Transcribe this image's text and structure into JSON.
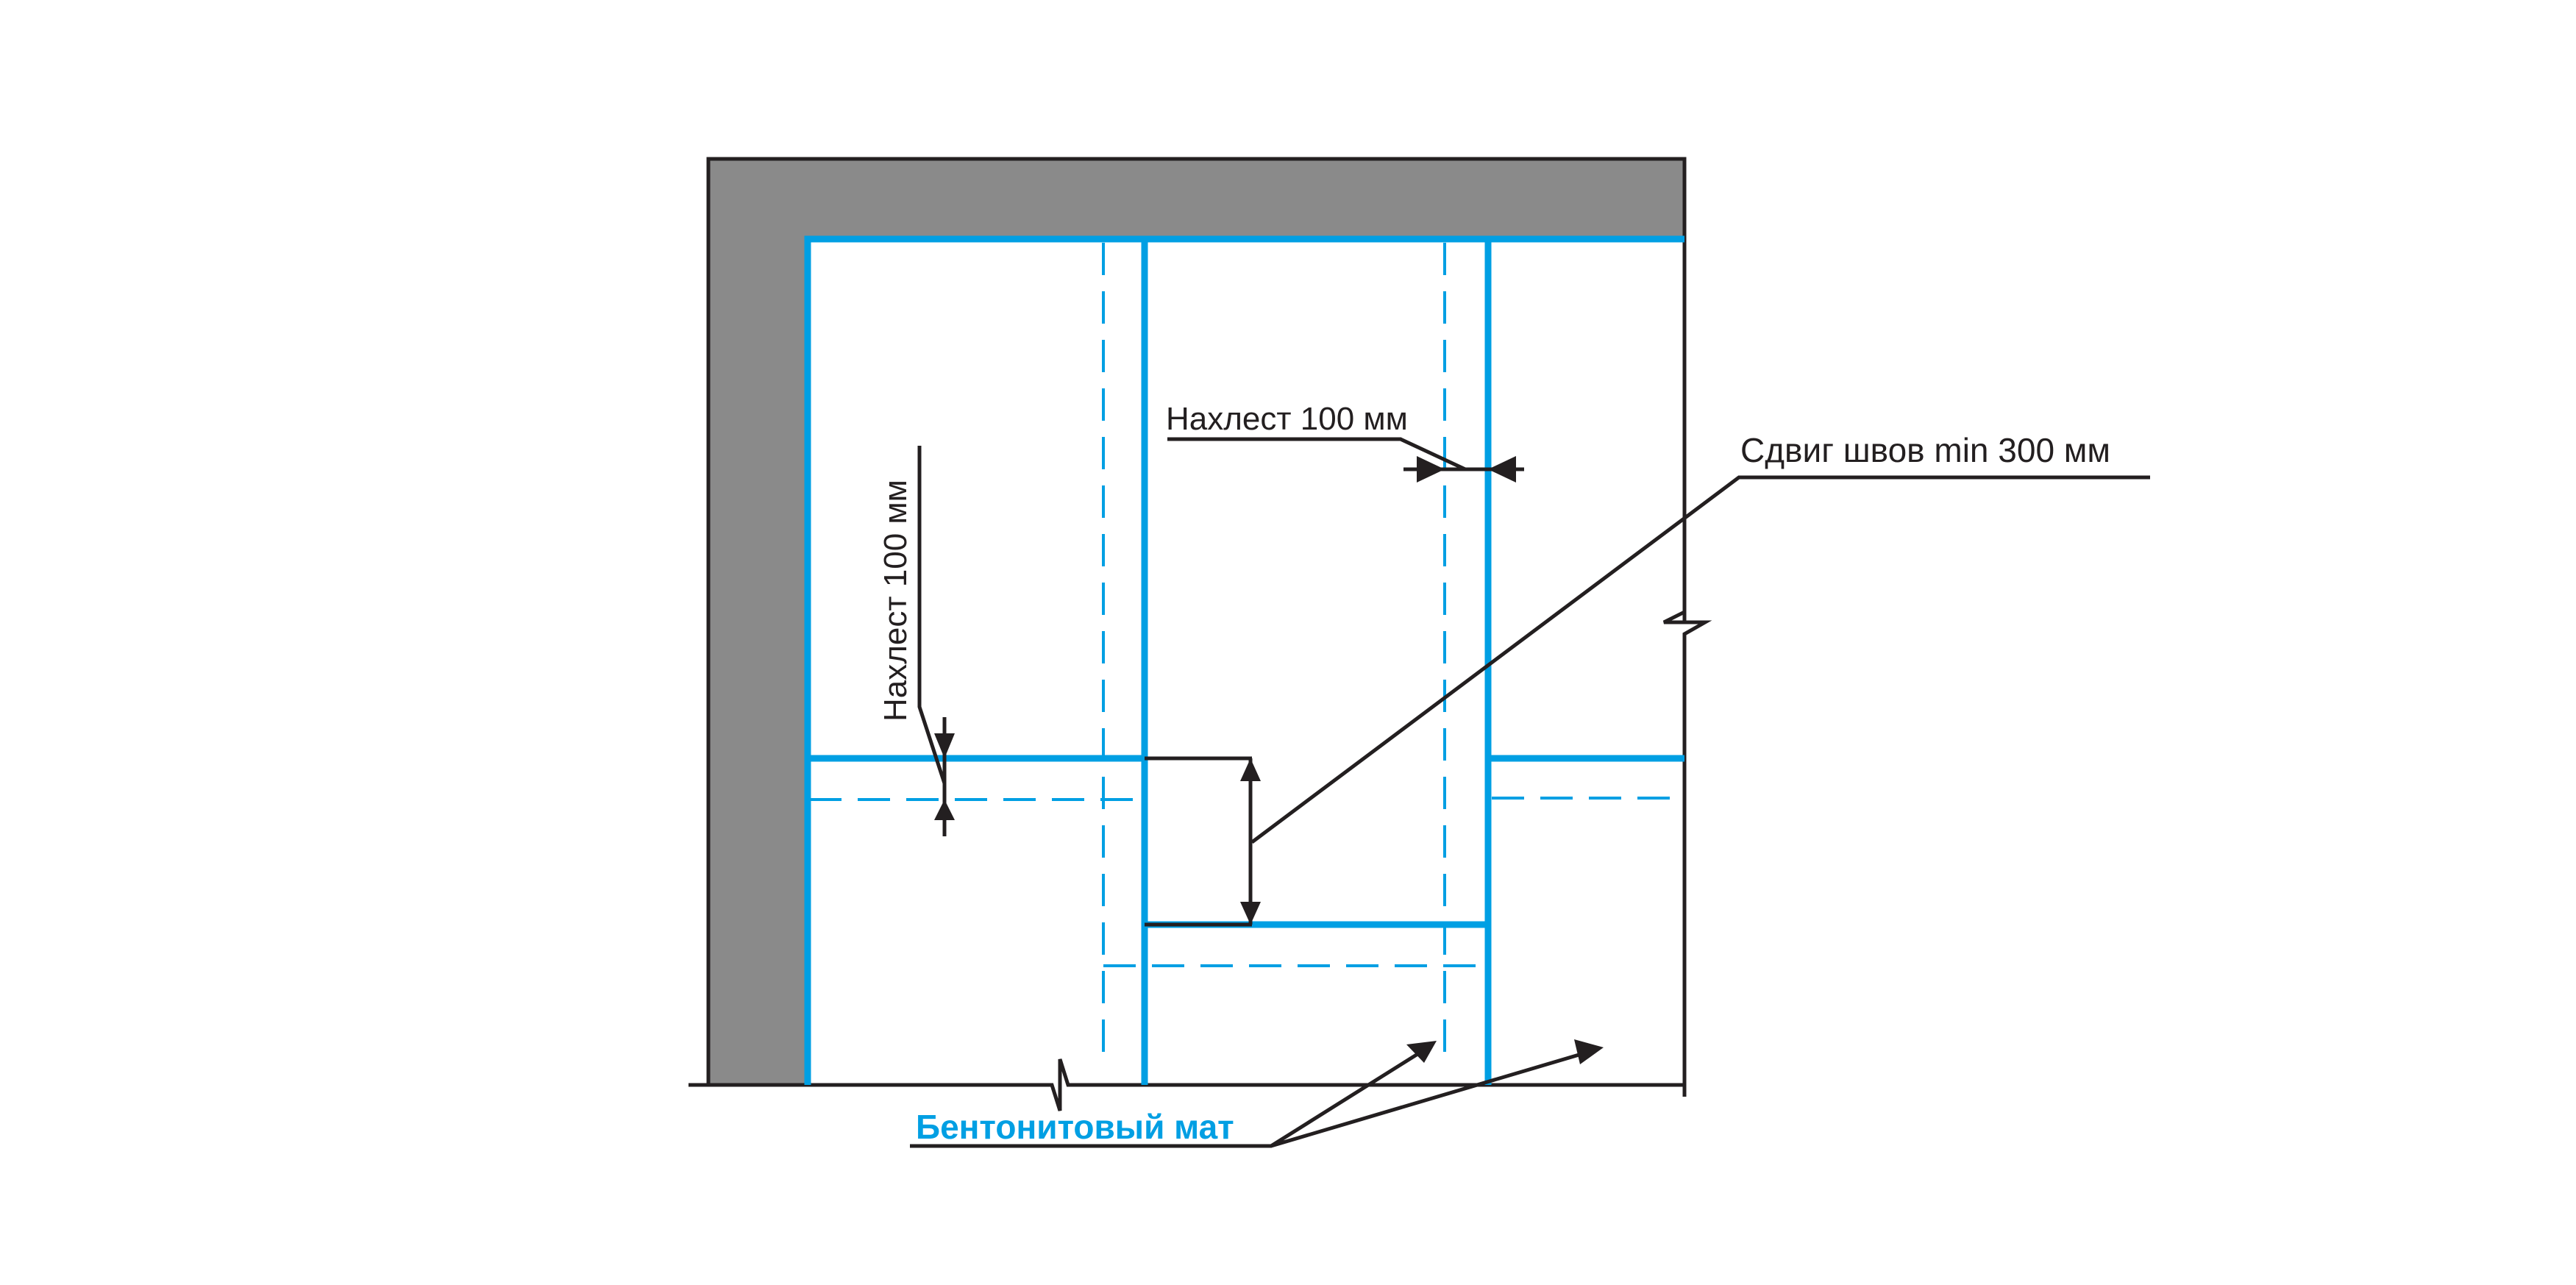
{
  "labels": {
    "overlap_horizontal": "Нахлест 100 мм",
    "overlap_vertical": "Нахлест 100 мм",
    "seam_offset": "Сдвиг швов min 300 мм",
    "material": "Бентонитовый мат"
  },
  "colors": {
    "mat": "#009fe3",
    "wall": "#8a8a8a",
    "line": "#231f20"
  }
}
